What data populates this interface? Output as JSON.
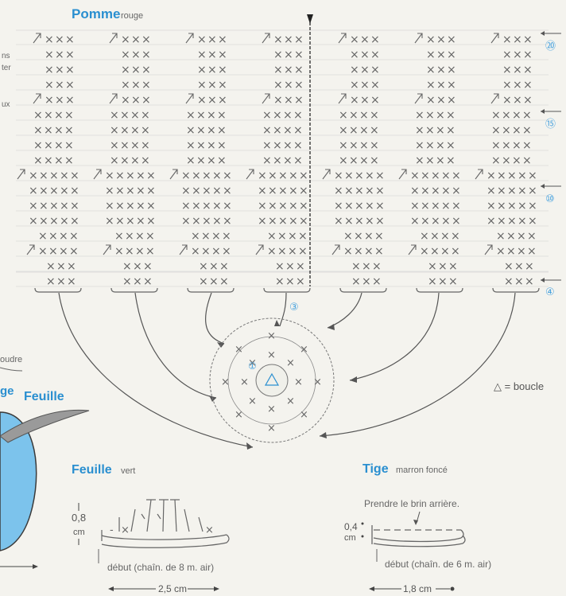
{
  "pomme": {
    "title": "Pomme",
    "color": "rouge"
  },
  "rows": {
    "r20": "⑳",
    "r15": "⑮",
    "r10": "⑩",
    "r4": "④",
    "r3": "③",
    "r1": "①"
  },
  "left_fragments": {
    "a": "ns",
    "b": "ter",
    "c": "ux",
    "d": "oudre",
    "e": "ge"
  },
  "legend": {
    "boucle": "△ = boucle"
  },
  "feuille_fig": {
    "label": "Feuille"
  },
  "feuille": {
    "title": "Feuille",
    "color": "vert",
    "height": "0,8",
    "height_unit": "cm",
    "start": "début (chaîn. de 8 m. air)",
    "width": "2,5 cm"
  },
  "tige": {
    "title": "Tige",
    "color": "marron foncé",
    "note": "Prendre le brin arrière.",
    "height": "0,4",
    "height_unit": "cm",
    "start": "début (chaîn. de 6 m. air)",
    "width": "1,8 cm"
  },
  "colors": {
    "accent": "#2a8fd0",
    "ink": "#666666",
    "apple": "#7cc3ec",
    "stem": "#9a9a9a"
  }
}
